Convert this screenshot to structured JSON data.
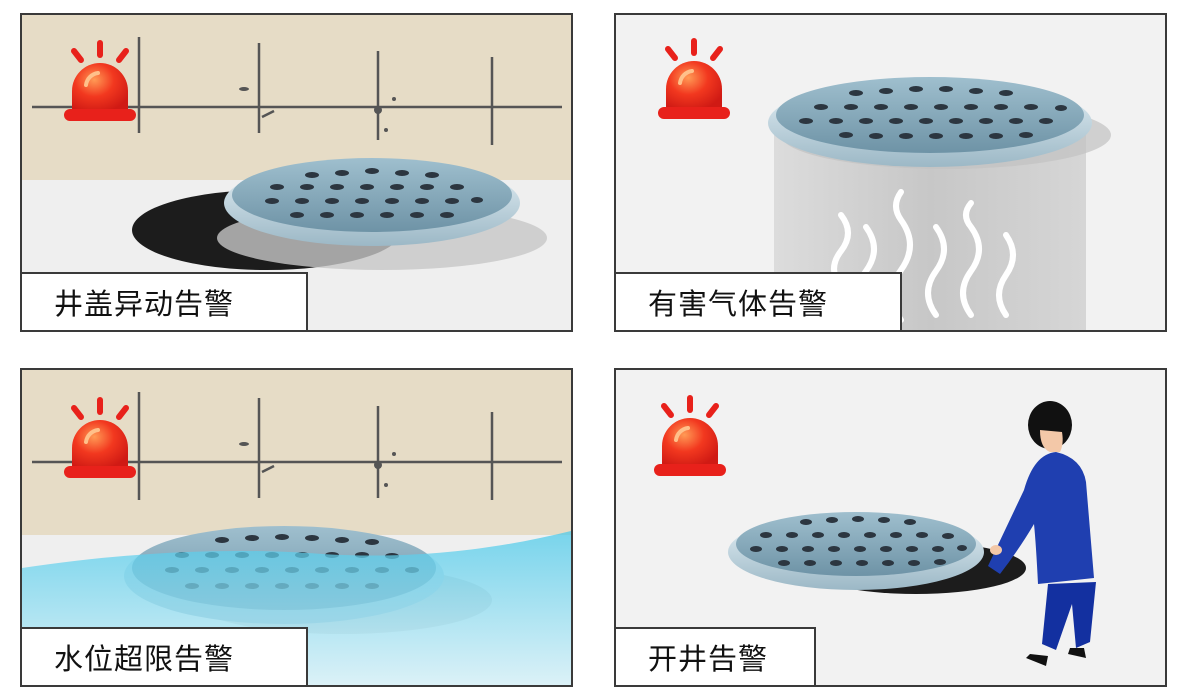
{
  "panels": [
    {
      "caption": "井盖异动告警",
      "icon": "alarm-beacon-icon"
    },
    {
      "caption": "有害气体告警",
      "icon": "alarm-beacon-icon"
    },
    {
      "caption": "水位超限告警",
      "icon": "alarm-beacon-icon"
    },
    {
      "caption": "开井告警",
      "icon": "alarm-beacon-icon"
    }
  ],
  "colors": {
    "alarm_red": "#e8211b",
    "wall_beige": "#e6dcc6",
    "cover_blue": "#8fb3c5",
    "water_cyan": "#5fd0ea",
    "worker_blue": "#1f3fb0"
  }
}
